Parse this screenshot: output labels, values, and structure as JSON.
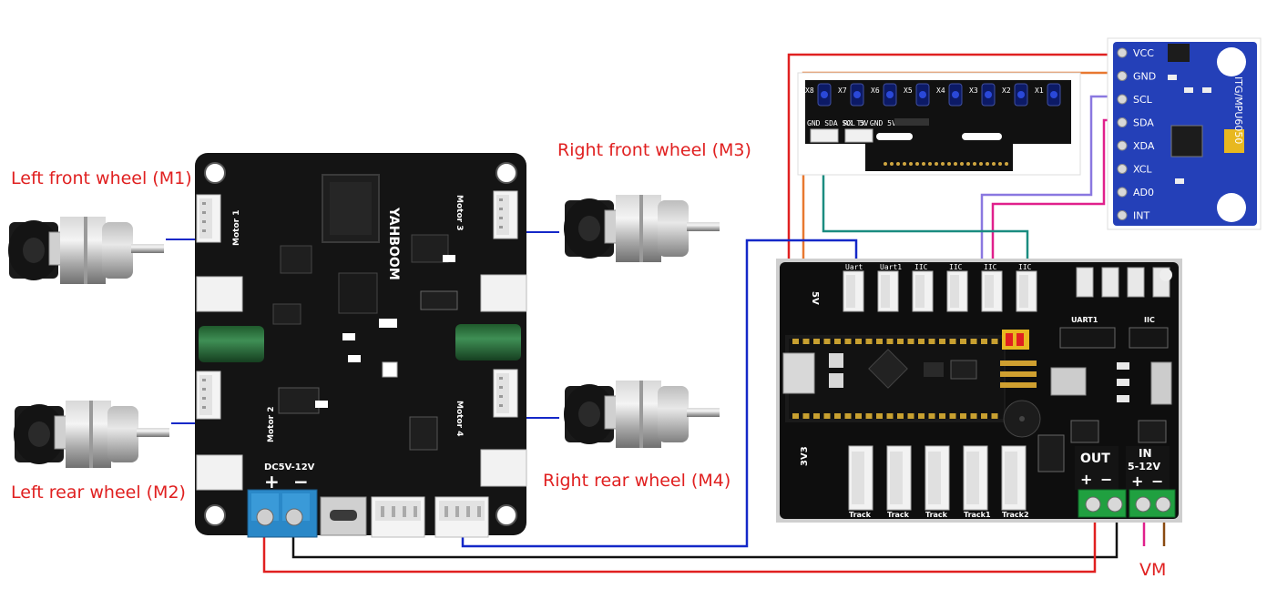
{
  "labels": {
    "m1": "Left front wheel (M1)",
    "m2": "Left rear wheel (M2)",
    "m3": "Right front wheel (M3)",
    "m4": "Right rear wheel (M4)",
    "vm": "VM"
  },
  "driver_board": {
    "brand": "YAHBOOM",
    "power_label": "DC5V-12V",
    "plus": "+",
    "minus": "−",
    "motor_labels": [
      "Motor 1",
      "Motor 2",
      "Motor 3",
      "Motor 4"
    ]
  },
  "line_sensor": {
    "channels": [
      "X8",
      "X7",
      "X6",
      "X5",
      "X4",
      "X3",
      "X2",
      "X1"
    ],
    "pins_left": "GND SDA SCL 5V",
    "pins_right": "RX TX GND 5V"
  },
  "mpu_module": {
    "pins": [
      "VCC",
      "GND",
      "SCL",
      "SDA",
      "XDA",
      "XCL",
      "AD0",
      "INT"
    ],
    "name": "ITG/MPU6050"
  },
  "expansion_board": {
    "ports_top": [
      "Uart",
      "Uart1",
      "IIC",
      "IIC",
      "IIC",
      "IIC"
    ],
    "ports_bottom": [
      "Track",
      "Track",
      "Track",
      "Track1",
      "Track2"
    ],
    "out_label": "OUT",
    "in_label": "IN",
    "in_range": "5-12V",
    "v5": "5V",
    "v33": "3V3",
    "uart_label": "UART1",
    "iic_label": "IIC"
  },
  "colors": {
    "red_wire": "#e02020",
    "blue_wire": "#1428c8",
    "black_wire": "#111111",
    "orange_wire": "#e87830",
    "teal_wire": "#1a8c80",
    "purple_wire": "#8a78e0",
    "magenta_wire": "#e0208c",
    "brown_wire": "#8a4a10",
    "terminal_blue": "#2a88c8",
    "terminal_green": "#20a040",
    "mpu_blue": "#2440b8"
  }
}
